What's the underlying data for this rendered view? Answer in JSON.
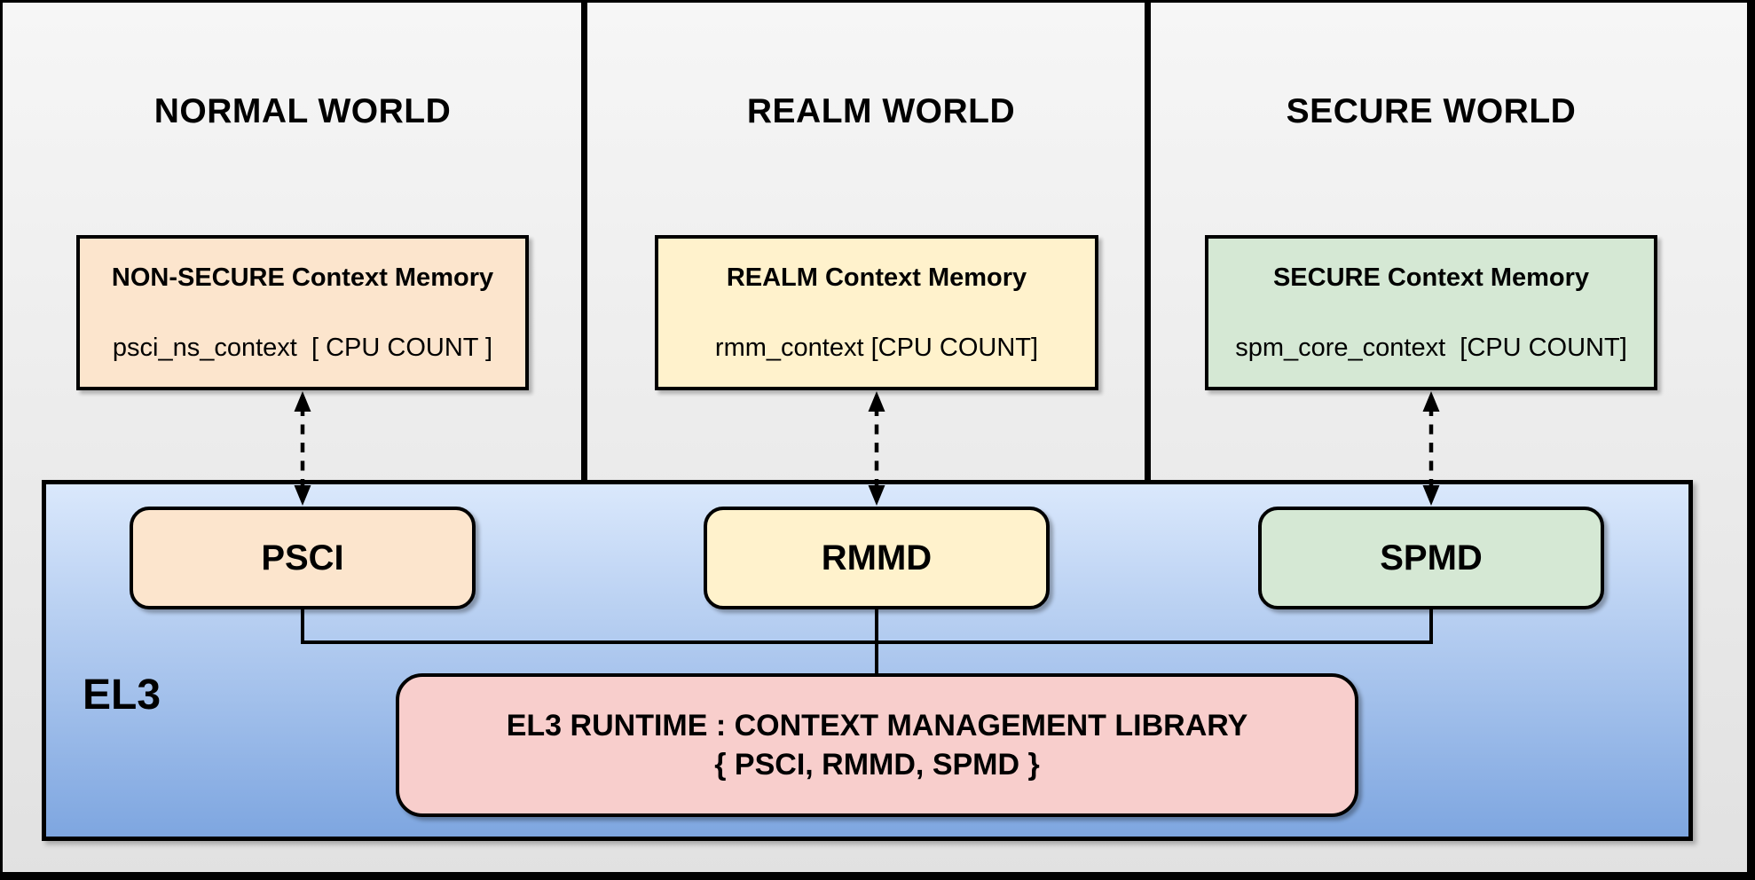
{
  "worlds": [
    {
      "title": "NORMAL WORLD",
      "memory": {
        "title": "NON-SECURE Context Memory",
        "detail": "psci_ns_context  [ CPU COUNT ]"
      },
      "component": "PSCI",
      "fill": "#FCE5CD"
    },
    {
      "title": "REALM WORLD",
      "memory": {
        "title": "REALM Context Memory",
        "detail": "rmm_context [CPU COUNT]"
      },
      "component": "RMMD",
      "fill": "#FFF2CC"
    },
    {
      "title": "SECURE WORLD",
      "memory": {
        "title": "SECURE Context Memory",
        "detail": "spm_core_context  [CPU COUNT]"
      },
      "component": "SPMD",
      "fill": "#D5E8D4"
    }
  ],
  "el3": {
    "label": "EL3",
    "runtime": {
      "line1": "EL3 RUNTIME : CONTEXT MANAGEMENT LIBRARY",
      "line2": "{ PSCI, RMMD, SPMD }",
      "fill": "#F8CECC"
    }
  },
  "colors": {
    "line": "#000000",
    "canvas_top": "#F6F6F6",
    "canvas_bottom": "#E1E1E1",
    "el3_gradient_top": "#DAE8FC",
    "el3_gradient_bottom": "#7EA6E0",
    "normal_fill": "#FCE5CD",
    "realm_fill": "#FFF2CC",
    "secure_fill": "#D5E8D4",
    "runtime_fill": "#F8CECC"
  }
}
